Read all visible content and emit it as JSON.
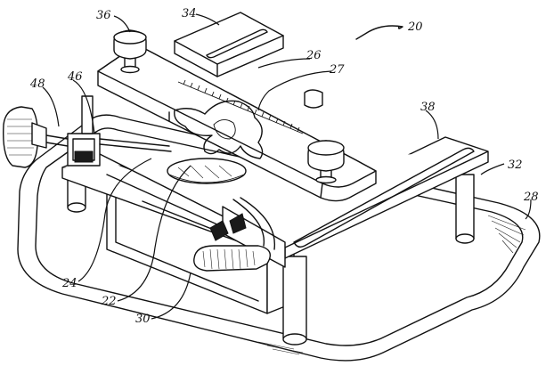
{
  "figure": {
    "reference_numerals": {
      "assembly": "20",
      "imaging_target": "22",
      "support_base": "24",
      "top_plate": "26",
      "graduated_scale": "27",
      "tray": "28",
      "housing": "30",
      "rear_post": "32",
      "slotted_rail_rear": "34",
      "thumb_screw": "36",
      "slotted_rail_side": "38",
      "adjustment_knob": "46",
      "tension_knob": "48"
    }
  }
}
